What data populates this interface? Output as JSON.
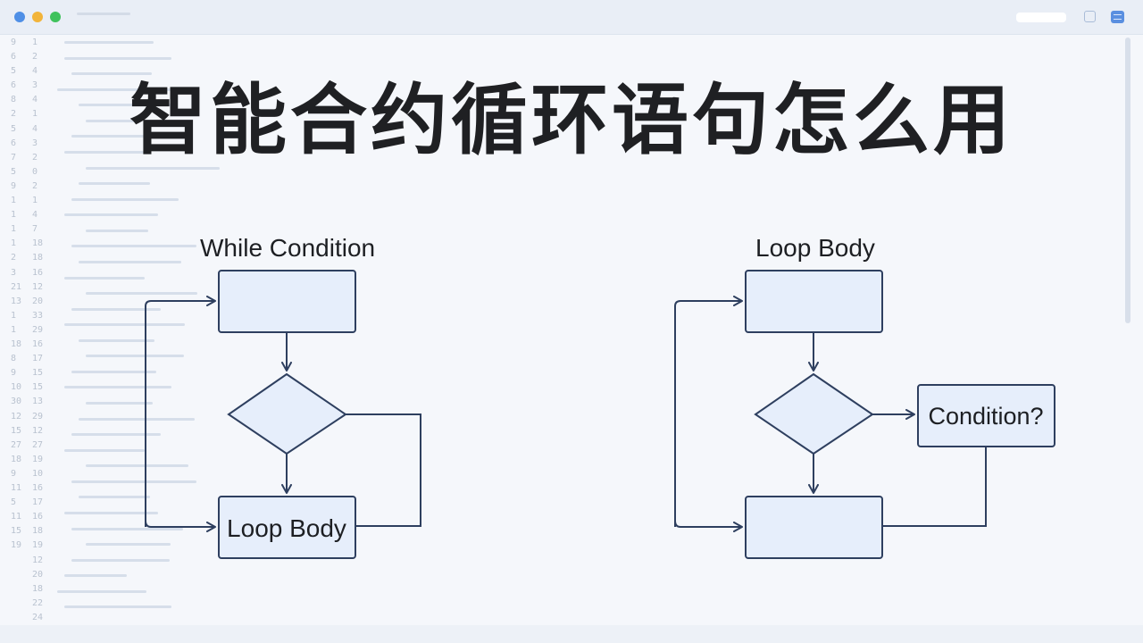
{
  "title": "智能合约循环语句怎么用",
  "diagram_left": {
    "heading": "While Condition",
    "bottom_box_label": "Loop Body"
  },
  "diagram_right": {
    "heading": "Loop Body",
    "side_box_label": "Condition?"
  },
  "gutter_numbers": [
    "9",
    "6",
    "5",
    "6",
    "8",
    "2",
    "5",
    "6",
    "7",
    "5",
    "9",
    "1",
    "1",
    "1",
    "1",
    "2",
    "3",
    "21",
    "13",
    "1",
    "1",
    "18",
    "8",
    "9",
    "10",
    "30",
    "12",
    "15",
    "27",
    "18",
    "9",
    "11",
    "5",
    "11",
    "15",
    "19"
  ],
  "gutter_numbers_b": [
    "1",
    "2",
    "4",
    "3",
    "4",
    "1",
    "4",
    "3",
    "2",
    "0",
    "2",
    "1",
    "4",
    "7",
    "18",
    "18",
    "16",
    "12",
    "20",
    "33",
    "29",
    "16",
    "17",
    "15",
    "15",
    "13",
    "29",
    "12",
    "27",
    "19",
    "10",
    "16",
    "17",
    "16",
    "18",
    "19",
    "12",
    "20",
    "18",
    "22",
    "24"
  ],
  "colors": {
    "box_fill": "#e6eefb",
    "box_stroke": "#2e3f5f",
    "arrow": "#2e3f5f"
  }
}
